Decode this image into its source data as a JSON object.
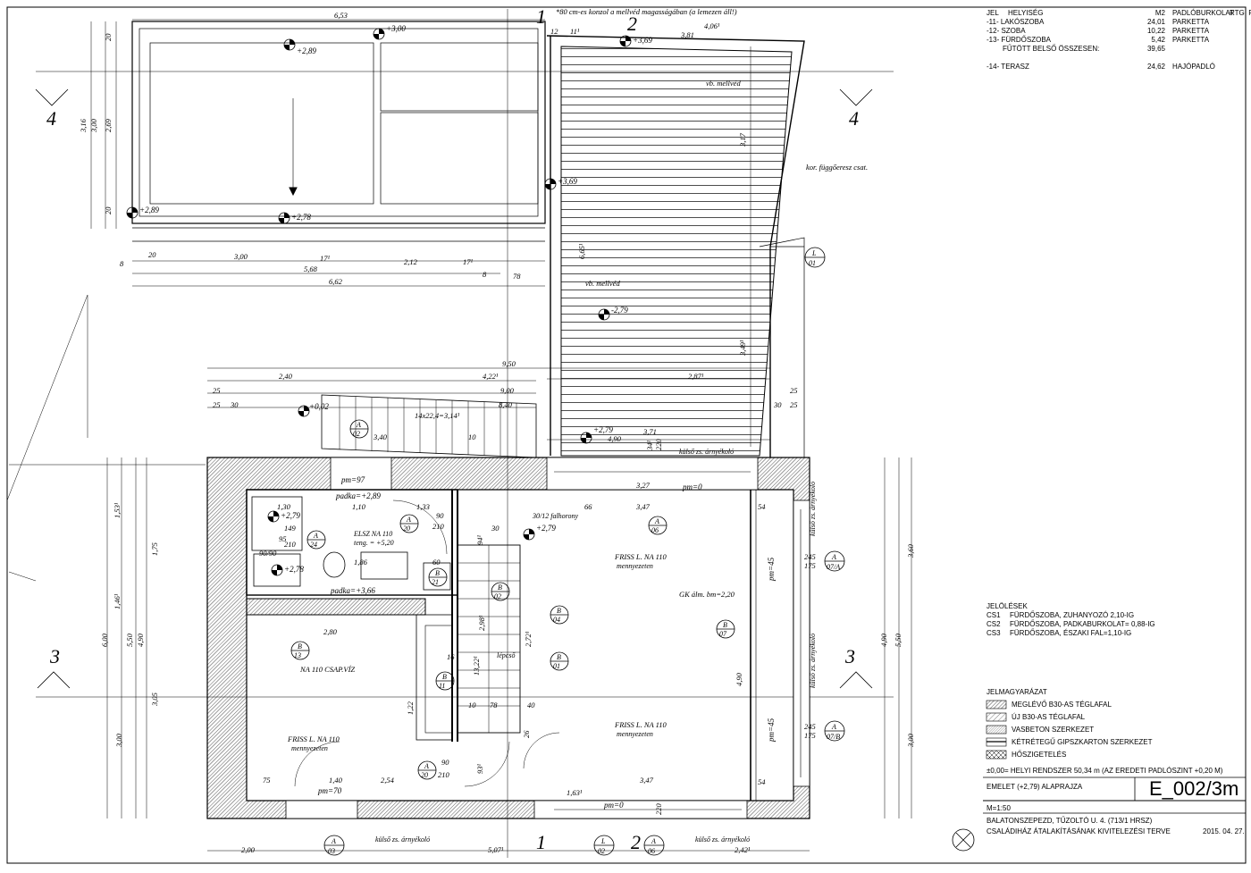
{
  "room_table": {
    "header": [
      "JEL",
      "HELYISÉG",
      "M2",
      "PADLÓBURKOLAT",
      "RTG. R. JEL"
    ],
    "rows": [
      {
        "label": "-11-  LAKÓSZOBA",
        "area": "24,01",
        "floor": "PARKETTA"
      },
      {
        "label": "-12-  SZOBA",
        "area": "10,22",
        "floor": "PARKETTA"
      },
      {
        "label": "-13-  FÜRDŐSZOBA",
        "area": "5,42",
        "floor": "PARKETTA"
      }
    ],
    "heated_total_label": "FŰTÖTT BELSŐ ÖSSZESEN:",
    "heated_total_value": "39,65",
    "terrace": {
      "label": "-14-  TERASZ",
      "area": "24,62",
      "floor": "HAJÓPADLÓ"
    }
  },
  "markings": {
    "title": "JELÖLÉSEK",
    "items": [
      {
        "code": "CS1",
        "text": "FÜRDŐSZOBA, ZUHANYOZÓ 2,10-IG"
      },
      {
        "code": "CS2",
        "text": "FÜRDŐSZOBA, PADKABURKOLAT= 0,88-IG"
      },
      {
        "code": "CS3",
        "text": "FÜRDŐSZOBA, ÉSZAKI FAL=1,10-IG"
      }
    ]
  },
  "legend": {
    "title": "JELMAGYARÁZAT",
    "items": [
      {
        "text": "MEGLÉVŐ B30-AS TÉGLAFAL",
        "pattern": "dense-hatch"
      },
      {
        "text": "ÚJ B30-AS TÉGLAFAL",
        "pattern": "diag-hatch"
      },
      {
        "text": "VASBETON SZERKEZET",
        "pattern": "fine-hatch"
      },
      {
        "text": "KÉTRÉTEGŰ GIPSZKARTON SZERKEZET",
        "pattern": "double-line"
      },
      {
        "text": "HŐSZIGETELÉS",
        "pattern": "cross-hatch"
      }
    ]
  },
  "titleblock": {
    "reference_note": "±0,00= HELYI RENDSZER 50,34 m (AZ EREDETI PADLÓSZINT +0,20 M)",
    "plan_title": "EMELET (+2,79) ALAPRAJZA",
    "drawing_number": "E_002/3m",
    "scale": "M=1:50",
    "address": "BALATONSZEPEZD, TŰZOLTÓ U. 4. (713/1 HRSZ)",
    "project": "CSALÁDIHÁZ ÁTALAKÍTÁSÁNAK KIVITELEZÉSI TERVE",
    "date": "2015. 04. 27."
  },
  "sections": {
    "s1": "1",
    "s2": "2",
    "s3": "3",
    "s4": "4"
  },
  "notes": {
    "top": "*80 cm-es konzol a mellvéd magasságában (a lemezen áll!)",
    "vb_mellved": "vb. mellvéd",
    "kor_fuggo": "kor. függőeresz csat.",
    "kulso_arnyekolo": "külső zs. árnyékoló",
    "friss": "FRISS L. NA 110",
    "mennyezeten": "mennyezeten",
    "na110_csap": "NA 110 CSAP.VÍZ",
    "elsz": "ELSZ NA 110",
    "teng": "teng. = +5,20",
    "gk_alm": "GK álm. bm=2,20",
    "lepcso": "lépcső",
    "falhorony": "30/12 falhorony",
    "padka1": "padka=+2,89",
    "padka2": "padka=+3,66",
    "pm97": "pm=97",
    "pm0": "pm=0",
    "pm70": "pm=70",
    "pm45": "pm=45",
    "stair": "14x22,4=3,14¹"
  },
  "levels": [
    "+3,00",
    "+2,89",
    "+2,89",
    "+2,78",
    "+3,69",
    "+3,69",
    "-2,79",
    "+2,79",
    "+0,02",
    "+2,79",
    "+2,79",
    "+2,78"
  ],
  "tags": [
    {
      "top": "L",
      "bottom": "01"
    },
    {
      "top": "A",
      "bottom": "02"
    },
    {
      "top": "A",
      "bottom": "20"
    },
    {
      "top": "A",
      "bottom": "24"
    },
    {
      "top": "A",
      "bottom": "06"
    },
    {
      "top": "B",
      "bottom": "21"
    },
    {
      "top": "B",
      "bottom": "02"
    },
    {
      "top": "B",
      "bottom": "04"
    },
    {
      "top": "B",
      "bottom": "01"
    },
    {
      "top": "B",
      "bottom": "07"
    },
    {
      "top": "B",
      "bottom": "13"
    },
    {
      "top": "B",
      "bottom": "11"
    },
    {
      "top": "A",
      "bottom": "20"
    },
    {
      "top": "A",
      "bottom": "07/A"
    },
    {
      "top": "A",
      "bottom": "07/B"
    },
    {
      "top": "A",
      "bottom": "03"
    },
    {
      "top": "L",
      "bottom": "02"
    },
    {
      "top": "A",
      "bottom": "06"
    }
  ],
  "dims": {
    "d653": "6,53",
    "d406": "4,06¹",
    "d381": "3,81",
    "d12": "12",
    "d11": "11¹",
    "d300": "3,00",
    "d212": "2,12",
    "d17": "17¹",
    "d20": "20",
    "d8": "8",
    "d568": "5,68",
    "d662": "6,62",
    "d78": "78",
    "d950": "9,50",
    "d422": "4,22¹",
    "d240": "2,40",
    "d900": "9,00",
    "d287": "2,87¹",
    "d25": "25",
    "d30": "30",
    "d840": "8,40",
    "d340": "3,40",
    "d10": "10",
    "d371": "3,71",
    "d490": "4,90",
    "d327": "3,27",
    "d110": "1,10",
    "d133": "1,33",
    "d66": "66",
    "d347": "3,47",
    "d130": "1,30",
    "d95": "95",
    "d186": "1,86",
    "d280": "2,80",
    "d140": "1,40",
    "d254": "2,54",
    "d75": "75",
    "d163": "1,63¹",
    "d507": "5,07¹",
    "d242": "2,42¹",
    "d200": "2,00",
    "d316": "3,16",
    "d269": "2,69",
    "d665": "6,65¹",
    "d317": "3,17",
    "d349": "3,49¹",
    "d153": "1,53¹",
    "d175": "1,75",
    "d146": "1,46¹",
    "d600": "6,00",
    "d550": "5,50",
    "d305": "3,05",
    "d360": "3,60",
    "d149": "149",
    "d210": "210",
    "d90": "90",
    "d9090": "90/90",
    "d60": "60",
    "d245": "245",
    "d175b": "175",
    "d272": "2,72¹",
    "d298": "2,98¹",
    "d94": "94¹",
    "d93": "93¹",
    "d54": "54",
    "d40": "40",
    "d26": "26",
    "d220": "220",
    "d34": "34¹",
    "d13": "13,22¹",
    "d122": "1,22",
    "d1": "16"
  }
}
